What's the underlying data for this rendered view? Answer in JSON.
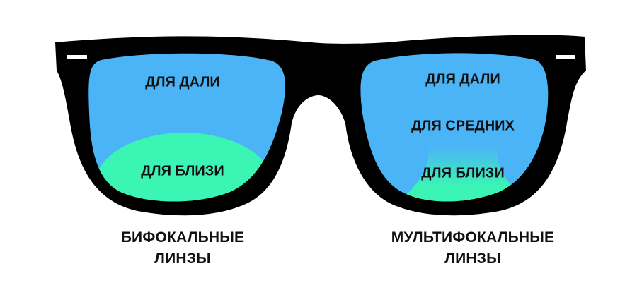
{
  "colors": {
    "frame": "#000000",
    "far_zone": "#4AB4F7",
    "near_zone": "#3BF5B4",
    "text": "#111111"
  },
  "left_lens": {
    "far_label": "ДЛЯ ДАЛИ",
    "near_label": "ДЛЯ БЛИЗИ",
    "caption_line1": "БИФОКАЛЬНЫЕ",
    "caption_line2": "ЛИНЗЫ"
  },
  "right_lens": {
    "far_label": "ДЛЯ ДАЛИ",
    "mid_label": "ДЛЯ СРЕДНИХ",
    "near_label": "ДЛЯ БЛИЗИ",
    "caption_line1": "МУЛЬТИФОКАЛЬНЫЕ",
    "caption_line2": "ЛИНЗЫ"
  }
}
